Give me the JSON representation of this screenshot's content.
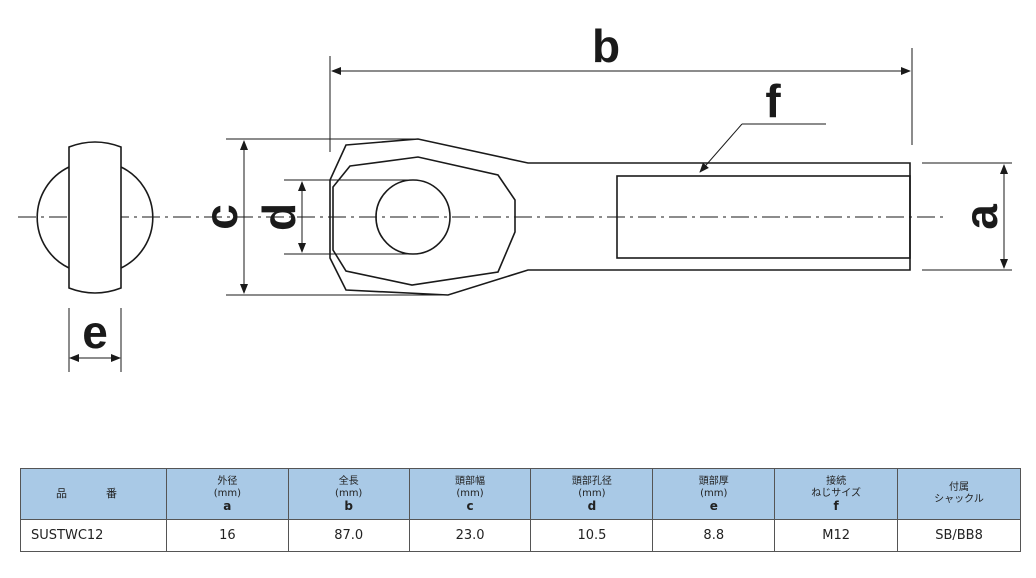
{
  "diagram": {
    "labels": {
      "a": "a",
      "b": "b",
      "c": "c",
      "d": "d",
      "e": "e",
      "f": "f"
    }
  },
  "table": {
    "headers": [
      {
        "l1": "品　番",
        "l2": "",
        "l3": ""
      },
      {
        "l1": "外径",
        "l2": "(mm)",
        "l3": "a"
      },
      {
        "l1": "全長",
        "l2": "(mm)",
        "l3": "b"
      },
      {
        "l1": "頭部幅",
        "l2": "(mm)",
        "l3": "c"
      },
      {
        "l1": "頭部孔径",
        "l2": "(mm)",
        "l3": "d"
      },
      {
        "l1": "頭部厚",
        "l2": "(mm)",
        "l3": "e"
      },
      {
        "l1": "接続",
        "l2": "ねじサイズ",
        "l3": "f"
      },
      {
        "l1": "付属",
        "l2": "シャックル",
        "l3": ""
      }
    ],
    "rows": [
      [
        "SUSTWC12",
        "16",
        "87.0",
        "23.0",
        "10.5",
        "8.8",
        "M12",
        "SB/BB8"
      ]
    ]
  },
  "colors": {
    "header_bg": "#a9c9e6",
    "line": "#1a1a1a"
  }
}
